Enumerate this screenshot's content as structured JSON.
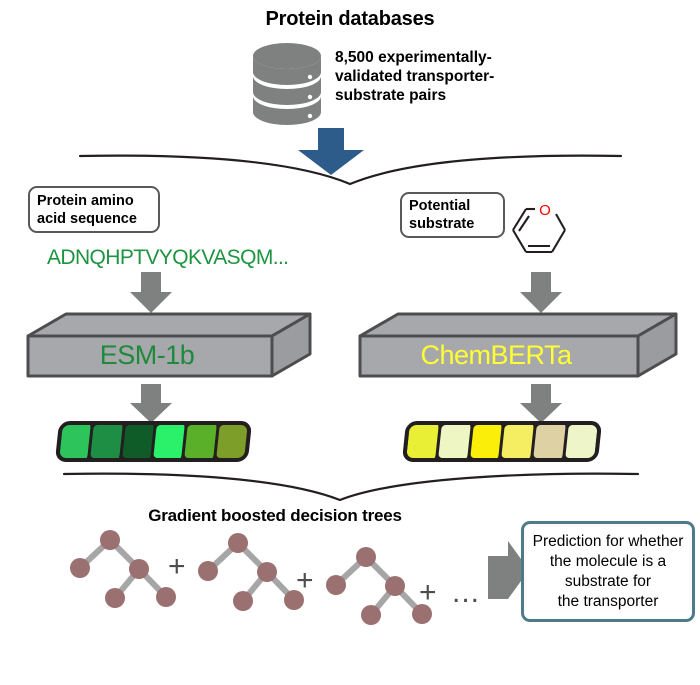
{
  "figure": {
    "title": "Protein databases",
    "trees_title": "Gradient boosted decision trees"
  },
  "database": {
    "icon": "database-cylinder-icon",
    "caption_line1": "8,500 experimentally-",
    "caption_line2": "validated transporter-",
    "caption_line3": "substrate pairs",
    "caption_full": "8,500 experimentally-validated transporter-substrate pairs"
  },
  "arrows": {
    "main_color": "#2e5c8a",
    "gray_color": "#7f8080"
  },
  "left_branch": {
    "label_line1": "Protein amino",
    "label_line2": "acid sequence",
    "sequence": "ADNQHPTVYQKVASQM...",
    "sequence_color": "#1e9440",
    "model_name": "ESM-1b",
    "model_label_color": "#1e8a3c",
    "embedding_cells": [
      "#2ec45c",
      "#1e8e45",
      "#0f5c28",
      "#2bf06a",
      "#5bb02a",
      "#7d9e28"
    ]
  },
  "right_branch": {
    "label_line1": "Potential",
    "label_line2": "substrate",
    "molecule": "pyran-ring-molecule",
    "molecule_atom": "O",
    "molecule_atom_color": "#ff0000",
    "model_name": "ChemBERTa",
    "model_label_color": "#ffff33",
    "embedding_cells": [
      "#e8ef35",
      "#eef6c4",
      "#fbee09",
      "#f6ee62",
      "#ded1a4",
      "#eef5c8"
    ]
  },
  "trees": {
    "node_color": "#9b7070",
    "edge_color": "#a6a6a6",
    "plus_1": "+",
    "plus_2": "+",
    "plus_3": "+",
    "ellipsis": "..."
  },
  "prediction": {
    "line1": "Prediction for whether",
    "line2": "the molecule is a",
    "line3": "substrate for",
    "line4": "the transporter",
    "border_color": "#4e7c86",
    "arrow_color": "#7f8080"
  }
}
